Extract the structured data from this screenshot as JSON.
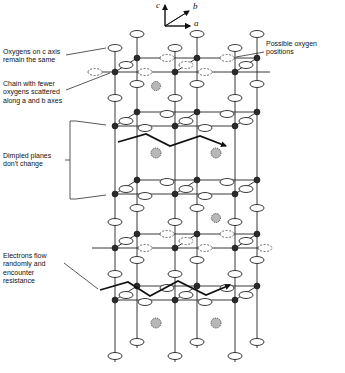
{
  "diagram": {
    "labels": [
      "c",
      "b",
      "a",
      "Possible oxygen positions",
      "Oxygens on c axis remain the same",
      "Chain with fewer oxygens scattered along a and b axes",
      "Dimpled planes don't change",
      "Electrons flow randomly and encounter resistance"
    ]
  }
}
